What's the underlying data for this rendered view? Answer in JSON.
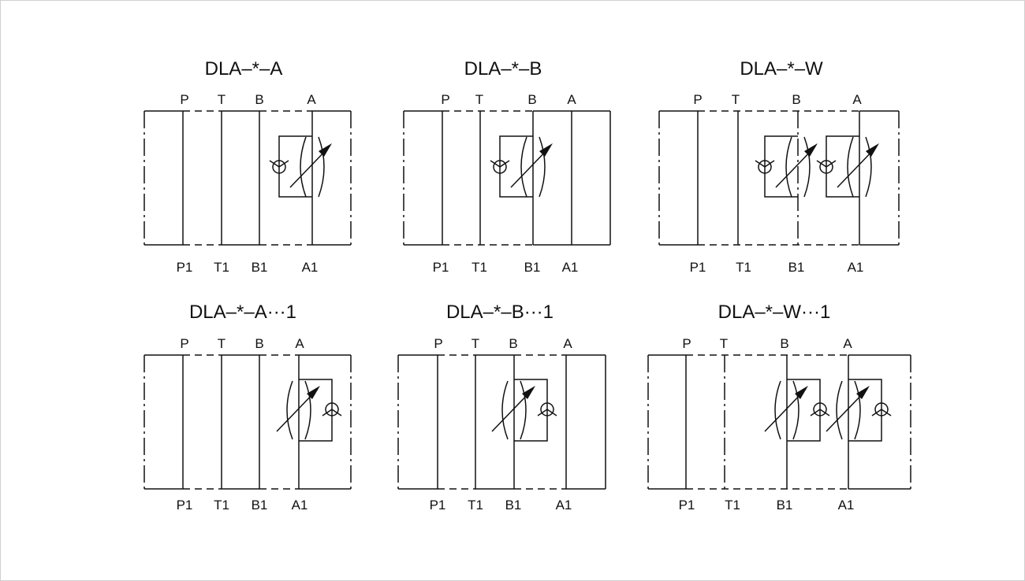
{
  "diagrams": [
    {
      "title": "DLA–*–A",
      "top_ports": [
        "P",
        "T",
        "B",
        "A"
      ],
      "bottom_ports": [
        "P1",
        "T1",
        "B1",
        "A1"
      ]
    },
    {
      "title": "DLA–*–B",
      "top_ports": [
        "P",
        "T",
        "B",
        "A"
      ],
      "bottom_ports": [
        "P1",
        "T1",
        "B1",
        "A1"
      ]
    },
    {
      "title": "DLA–*–W",
      "top_ports": [
        "P",
        "T",
        "B",
        "A"
      ],
      "bottom_ports": [
        "P1",
        "T1",
        "B1",
        "A1"
      ]
    },
    {
      "title": "DLA–*–A···1",
      "top_ports": [
        "P",
        "T",
        "B",
        "A"
      ],
      "bottom_ports": [
        "P1",
        "T1",
        "B1",
        "A1"
      ]
    },
    {
      "title": "DLA–*–B···1",
      "top_ports": [
        "P",
        "T",
        "B",
        "A"
      ],
      "bottom_ports": [
        "P1",
        "T1",
        "B1",
        "A1"
      ]
    },
    {
      "title": "DLA–*–W···1",
      "top_ports": [
        "P",
        "T",
        "B",
        "A"
      ],
      "bottom_ports": [
        "P1",
        "T1",
        "B1",
        "A1"
      ]
    }
  ]
}
